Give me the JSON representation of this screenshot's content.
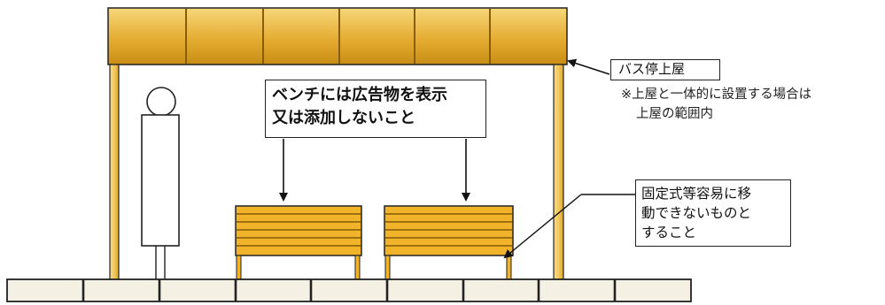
{
  "labels": {
    "bus_stop_roof": "バス停上屋",
    "roof_note": {
      "line1": "※上屋と一体的に設置する場合は",
      "line2": "上屋の範囲内"
    },
    "bench_ad": {
      "line1": "ベンチには広告物を表示",
      "line2": "又は添加しないこと"
    },
    "fixed_type": {
      "line1": "固定式等容易に移",
      "line2": "動できないものと",
      "line3": "すること"
    }
  },
  "colors": {
    "roof_fill": "#e0a52a",
    "roof_highlight": "#f6d77a",
    "post_fill": "#f3cc68",
    "bench_fill": "#f0b32a",
    "outline": "#222222",
    "curb_fill": "#f4f1e4"
  }
}
